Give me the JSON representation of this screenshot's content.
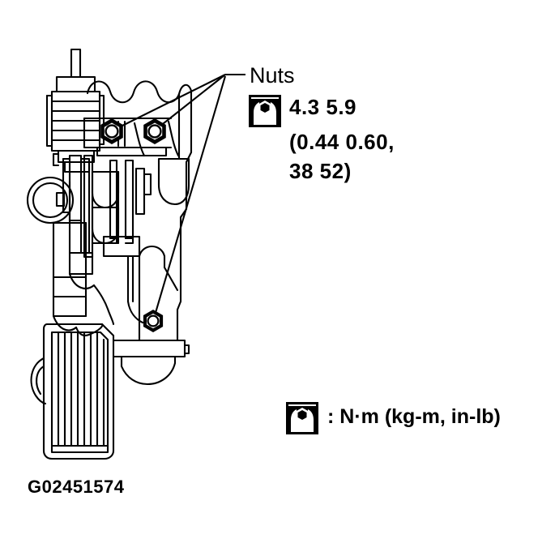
{
  "figure": {
    "id_code": "G02451574",
    "subject": "engine oil cooler and filter assembly mounting nuts"
  },
  "callout": {
    "label": "Nuts",
    "icon": "torque-wrench-nut-icon",
    "leader_target_count": 3
  },
  "torque_spec": {
    "icon": "torque-wrench-nut-icon",
    "line1": "4.3   5.9",
    "line2": "(0.44   0.60,",
    "line3": "38   52)",
    "newton_meter_range": [
      4.3,
      5.9
    ],
    "kg_m_range": [
      0.44,
      0.6
    ],
    "in_lb_range": [
      38,
      52
    ]
  },
  "legend": {
    "icon": "torque-wrench-nut-icon",
    "text": ": N·m (kg-m, in-lb)"
  },
  "colors": {
    "ink": "#000000",
    "background": "#ffffff"
  },
  "drawing": {
    "name": "oil-cooler-assembly-line-drawing",
    "parts": [
      "ribbed filter housing",
      "engine block contour",
      "mounting bracket",
      "finned oil cooler panel",
      "flange boss rings",
      "three hex mounting nuts"
    ]
  }
}
